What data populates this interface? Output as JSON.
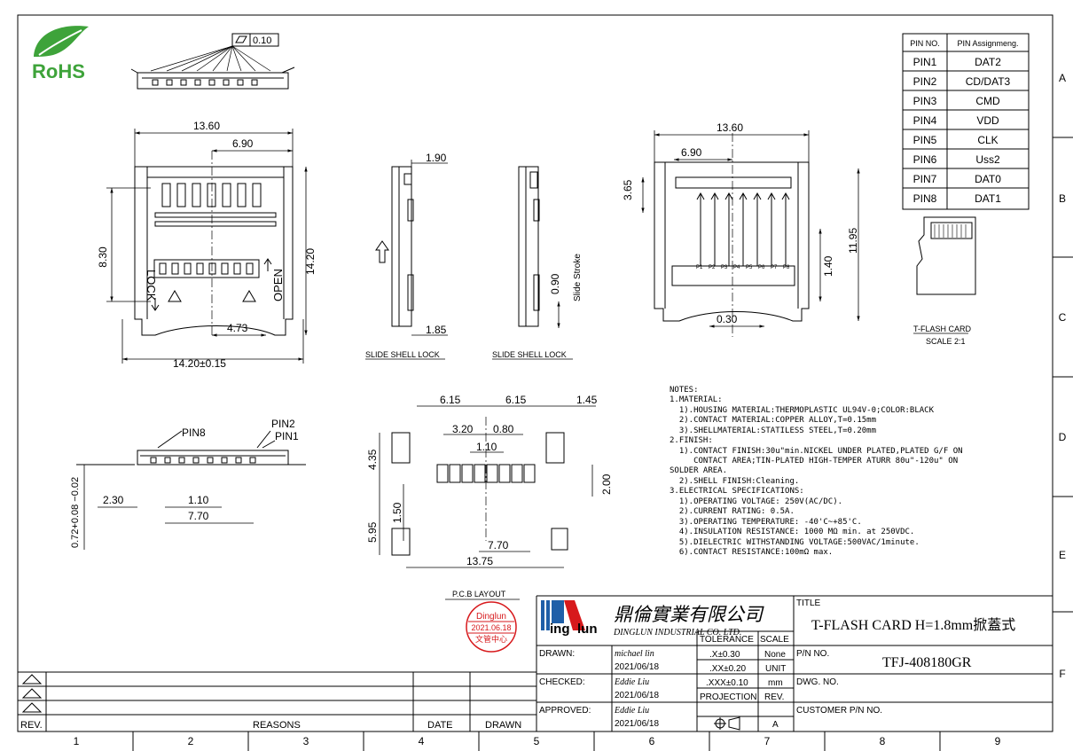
{
  "rohs": "RoHS",
  "flatness": "0.10",
  "top_view_dims": {
    "width": "13.60",
    "half": "6.90",
    "height": "14.20",
    "left_h": "8.30",
    "lower": "4.73",
    "bottom": "14.20±0.15"
  },
  "top_view_labels": {
    "lock": "LOCK",
    "open": "OPEN"
  },
  "side_views": {
    "d1": "1.90",
    "d2": "1.85",
    "d3": "0.90",
    "slide_stroke": "Slide Stroke",
    "cap1": "SLIDE SHELL LOCK",
    "cap2": "SLIDE SHELL LOCK"
  },
  "right_view_dims": {
    "width": "13.60",
    "half": "6.90",
    "d365": "3.65",
    "d140": "1.40",
    "d1195": "11.95",
    "d030": "0.30"
  },
  "pin_labels": [
    "P1",
    "P2",
    "P3",
    "P4",
    "P5",
    "P6",
    "P7",
    "P8"
  ],
  "pin_table": {
    "header": [
      "PIN NO.",
      "PIN Assignmeng."
    ],
    "rows": [
      [
        "PIN1",
        "DAT2"
      ],
      [
        "PIN2",
        "CD/DAT3"
      ],
      [
        "PIN3",
        "CMD"
      ],
      [
        "PIN4",
        "VDD"
      ],
      [
        "PIN5",
        "CLK"
      ],
      [
        "PIN6",
        "Uss2"
      ],
      [
        "PIN7",
        "DAT0"
      ],
      [
        "PIN8",
        "DAT1"
      ]
    ]
  },
  "card": {
    "caption": "T-FLASH CARD",
    "scale": "SCALE 2:1"
  },
  "front_view": {
    "pin8": "PIN8",
    "pin2": "PIN2",
    "pin1": "PIN1",
    "d230": "2.30",
    "d110": "1.10",
    "d770": "7.70",
    "thick": "0.72+0.08 −0.02"
  },
  "pcb_layout": {
    "d615a": "6.15",
    "d615b": "6.15",
    "d145": "1.45",
    "d320": "3.20",
    "d080": "0.80",
    "d110": "1.10",
    "d435": "4.35",
    "d200": "2.00",
    "d595": "5.95",
    "d150": "1.50",
    "d770": "7.70",
    "d1375": "13.75",
    "caption": "P.C.B LAYOUT"
  },
  "notes": [
    "NOTES:",
    "1.MATERIAL:",
    "  1).HOUSING MATERIAL:THERMOPLASTIC UL94V-0;COLOR:BLACK",
    "  2).CONTACT MATERIAL:COPPER ALLOY,T=0.15mm",
    "  3).SHELLMATERIAL:STATILESS STEEL,T=0.20mm",
    "2.FINISH:",
    "  1).CONTACT FINISH:30u\"min.NICKEL UNDER PLATED,PLATED G/F ON",
    "     CONTACT AREA;TIN-PLATED HIGH-TEMPER ATURR 80u\"-120u\" ON",
    "SOLDER AREA.",
    "  2).SHELL FINISH:Cleaning.",
    "3.ELECTRICAL SPECIFICATIONS:",
    "  1).OPERATING VOLTAGE: 250V(AC/DC).",
    "  2).CURRENT RATING: 0.5A.",
    "  3).OPERATING TEMPERATURE: -40'C~+85'C.",
    "  4).INSULATION RESISTANCE: 1000 MΩ min. at 250VDC.",
    "  5).DIELECTRIC WITHSTANDING VOLTAGE:500VAC/1minute.",
    "  6).CONTACT RESISTANCE:100mΩ max."
  ],
  "stamp": {
    "l1": "Dinglun",
    "l2": "2021.06.18",
    "l3": "文管中心"
  },
  "company": {
    "logo_a": "ing",
    "logo_b": "lun",
    "cn": "鼎倫實業有限公司",
    "en": "DINGLUN INDUSTRIAL CO. LTD."
  },
  "title_block": {
    "title_label": "TITLE",
    "title": "T-FLASH CARD H=1.8mm掀蓋式",
    "pn_label": "P/N NO.",
    "pn": "TFJ-408180GR",
    "dwg_label": "DWG. NO.",
    "cust_label": "CUSTOMER P/N NO.",
    "drawn_label": "DRAWN:",
    "drawn_by": "michael lin",
    "drawn_date": "2021/06/18",
    "checked_label": "CHECKED:",
    "checked_by": "Eddie Liu",
    "checked_date": "2021/06/18",
    "approved_label": "APPROVED:",
    "approved_by": "Eddie Liu",
    "approved_date": "2021/06/18",
    "tol_label": "TOLERANCE",
    "tol1": ".X±0.30",
    "tol2": ".XX±0.20",
    "tol3": ".XXX±0.10",
    "scale_label": "SCALE",
    "scale": "None",
    "unit_label": "UNIT",
    "unit": "mm",
    "proj_label": "PROJECTION",
    "rev_label": "REV.",
    "rev": "A"
  },
  "revision_block": {
    "rev": "REV.",
    "reasons": "REASONS",
    "date": "DATE",
    "drawn": "DRAWN"
  },
  "grid_cols": [
    "1",
    "2",
    "3",
    "4",
    "5",
    "6",
    "7",
    "8",
    "9"
  ],
  "grid_rows": [
    "A",
    "B",
    "C",
    "D",
    "E",
    "F"
  ]
}
